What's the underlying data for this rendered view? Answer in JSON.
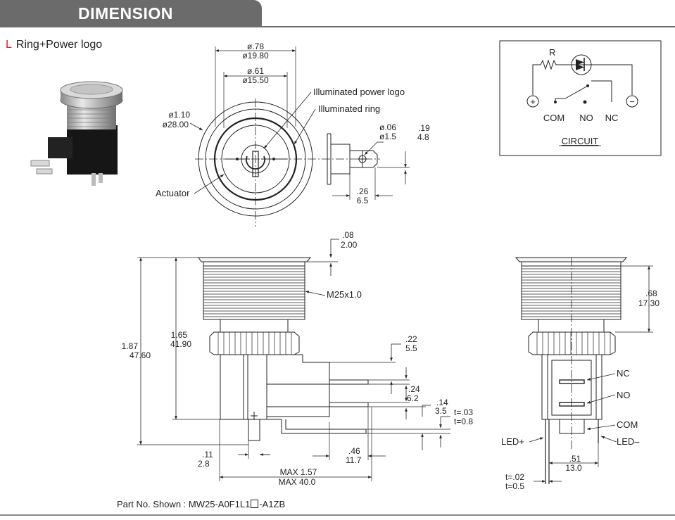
{
  "header": {
    "title": "DIMENSION"
  },
  "variant": {
    "letter": "L",
    "label": "Ring+Power logo"
  },
  "top_view": {
    "outer_inch": "ø.78",
    "outer_mm": "ø19.80",
    "inner_inch": "ø.61",
    "inner_mm": "ø15.50",
    "bezel_inch": "ø1.10",
    "bezel_mm": "ø28.00",
    "callout_logo": "Illuminated power logo",
    "callout_ring": "Illuminated ring",
    "callout_actuator": "Actuator",
    "hole_inch": "ø.06",
    "hole_mm": "ø1.5",
    "term_inch": ".19",
    "term_mm": "4.8",
    "offset_inch": ".26",
    "offset_mm": "6.5"
  },
  "circuit": {
    "resistor": "R",
    "plus": "+",
    "minus": "−",
    "com": "COM",
    "no": "NO",
    "nc": "NC",
    "title": "CIRCUIT"
  },
  "side_view": {
    "cap_inch": ".08",
    "cap_mm": "2.00",
    "thread": "M25x1.0",
    "total_inch": "1.87",
    "total_mm": "47.60",
    "body_inch": "1.65",
    "body_mm": "41.90",
    "term1_inch": ".22",
    "term1_mm": "5.5",
    "term2_inch": ".24",
    "term2_mm": "6.2",
    "term3_inch": ".14",
    "term3_mm": "3.5",
    "thick_inch": "t=.03",
    "thick_mm": "t=0.8",
    "base_inch": ".11",
    "base_mm": "2.8",
    "depth_inch": ".46",
    "depth_mm": "11.7",
    "max_inch": "MAX 1.57",
    "max_mm": "MAX 40.0"
  },
  "front_view": {
    "height_inch": ".68",
    "height_mm": "17.30",
    "nc": "NC",
    "no": "NO",
    "com": "COM",
    "led_plus": "LED+",
    "led_minus": "LED–",
    "pitch_inch": ".51",
    "pitch_mm": "13.0",
    "thick_inch": "t=.02",
    "thick_mm": "t=0.5"
  },
  "footer": {
    "prefix": "Part No. Shown : MW25-A0F1L1",
    "suffix": "-A1ZB"
  }
}
